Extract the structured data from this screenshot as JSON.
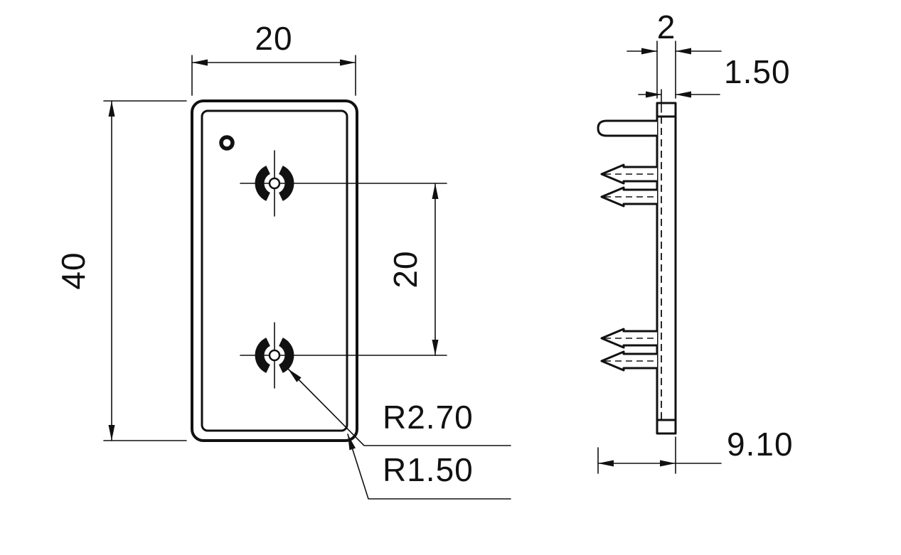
{
  "colors": {
    "background": "#ffffff",
    "line": "#111111"
  },
  "front_view": {
    "width_label": "20",
    "height_label": "40",
    "hole_spacing_label": "20",
    "ring_radius_label": "R2.70",
    "corner_radius_label": "R1.50"
  },
  "side_view": {
    "thickness_label": "2",
    "lip_label": "1.50",
    "depth_label": "9.10"
  }
}
